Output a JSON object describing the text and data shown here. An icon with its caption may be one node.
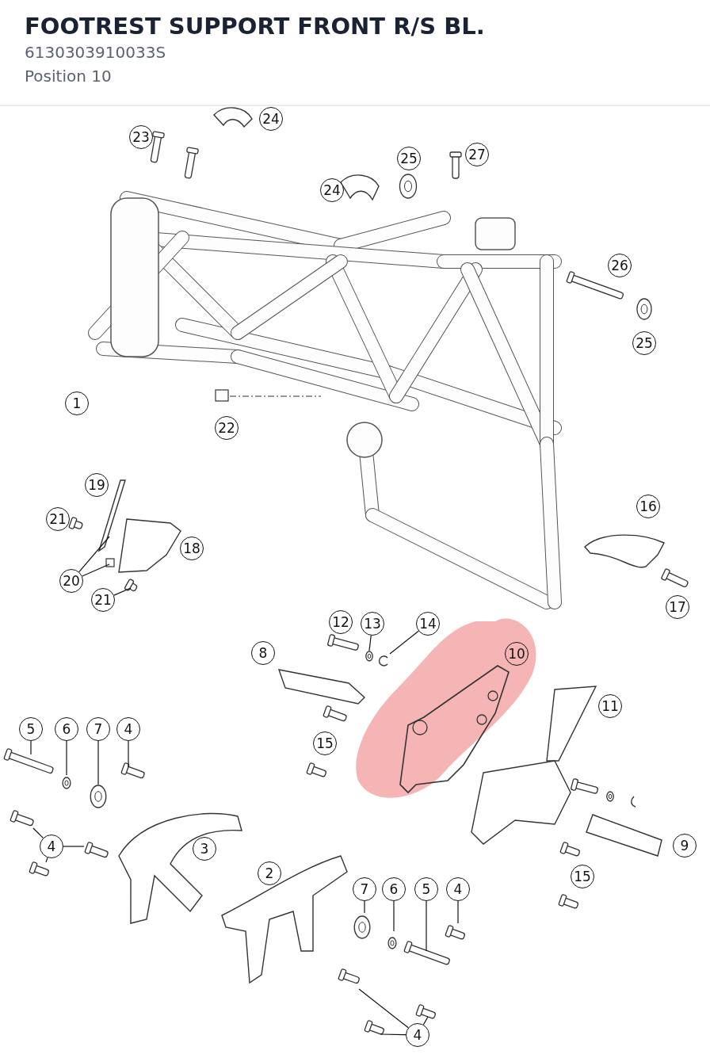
{
  "diagram": {
    "title": "FOOTREST SUPPORT FRONT R/S BL.",
    "nodes": [
      {
        "text": [
          "24"
        ]
      },
      {
        "text": [
          "23"
        ]
      },
      {
        "text": [
          "25"
        ]
      },
      {
        "text": [
          "27"
        ]
      },
      {
        "text": [
          "24"
        ]
      },
      {
        "text": [
          "26"
        ]
      },
      {
        "text": [
          "25"
        ]
      },
      {
        "text": [
          "1"
        ]
      },
      {
        "text": [
          "22"
        ]
      },
      {
        "text": [
          "19"
        ]
      },
      {
        "text": [
          "16"
        ]
      },
      {
        "text": [
          "21"
        ]
      },
      {
        "text": [
          "18"
        ]
      },
      {
        "text": [
          "20"
        ]
      },
      {
        "text": [
          "21"
        ]
      },
      {
        "text": [
          "17"
        ]
      },
      {
        "text": [
          "12"
        ]
      },
      {
        "text": [
          "13"
        ]
      },
      {
        "text": [
          "14"
        ]
      },
      {
        "text": [
          "8"
        ]
      },
      {
        "text": [
          "10"
        ]
      },
      {
        "text": [
          "11"
        ]
      },
      {
        "text": [
          "5"
        ]
      },
      {
        "text": [
          "6"
        ]
      },
      {
        "text": [
          "7"
        ]
      },
      {
        "text": [
          "4"
        ]
      },
      {
        "text": [
          "15"
        ]
      },
      {
        "text": [
          "4"
        ]
      },
      {
        "text": [
          "3"
        ]
      },
      {
        "text": [
          "9"
        ]
      },
      {
        "text": [
          "2"
        ]
      },
      {
        "text": [
          "15"
        ]
      },
      {
        "text": [
          "7"
        ]
      },
      {
        "text": [
          "6"
        ]
      },
      {
        "text": [
          "5"
        ]
      },
      {
        "text": [
          "4"
        ]
      },
      {
        "text": [
          "4"
        ]
      }
    ],
    "edges": [
      {
        "from": 13,
        "to": null,
        "arrow": "none"
      },
      {
        "from": 13,
        "to": null,
        "arrow": "none"
      },
      {
        "from": 14,
        "to": null,
        "arrow": "none"
      },
      {
        "from": 17,
        "to": null,
        "arrow": "none"
      },
      {
        "from": 18,
        "to": null,
        "arrow": "none"
      },
      {
        "from": 22,
        "to": null,
        "arrow": "none"
      },
      {
        "from": 23,
        "to": null,
        "arrow": "none"
      },
      {
        "from": 24,
        "to": null,
        "arrow": "none"
      },
      {
        "from": 25,
        "to": null,
        "arrow": "none"
      },
      {
        "from": 27,
        "to": null,
        "arrow": "none"
      },
      {
        "from": 27,
        "to": null,
        "arrow": "none"
      },
      {
        "from": 27,
        "to": null,
        "arrow": "none"
      },
      {
        "from": 32,
        "to": null,
        "arrow": "none"
      },
      {
        "from": 33,
        "to": null,
        "arrow": "none"
      },
      {
        "from": 34,
        "to": null,
        "arrow": "none"
      },
      {
        "from": 35,
        "to": null,
        "arrow": "none"
      },
      {
        "from": 36,
        "to": null,
        "arrow": "none"
      },
      {
        "from": 36,
        "to": null,
        "arrow": "none"
      },
      {
        "from": 36,
        "to": null,
        "arrow": "none"
      }
    ],
    "labels": [
      "6130303910033S",
      "Position 10"
    ]
  }
}
